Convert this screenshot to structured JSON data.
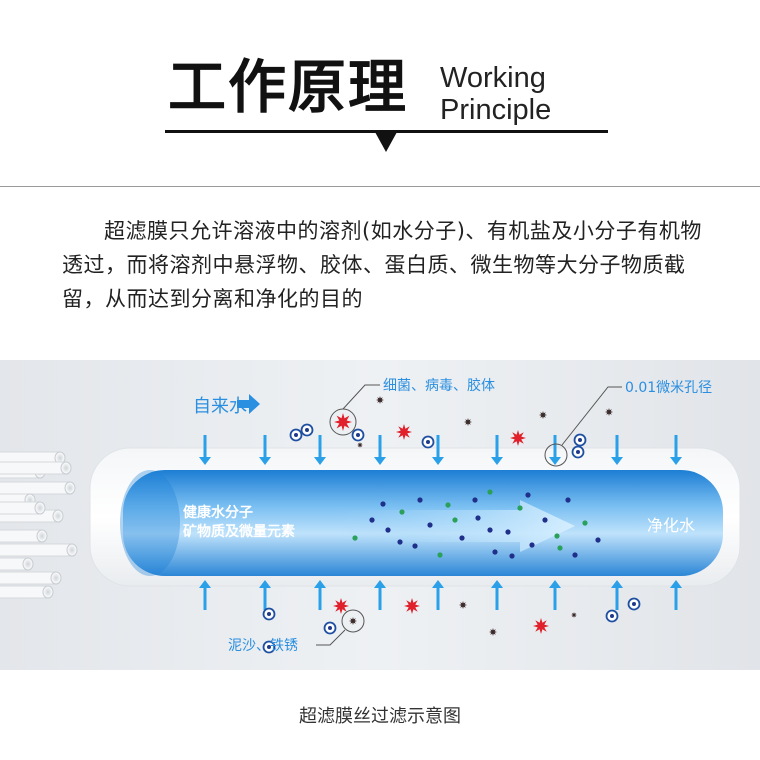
{
  "header": {
    "title_cn": "工作原理",
    "title_en_line1": "Working",
    "title_en_line2": "Principle"
  },
  "description": "超滤膜只允许溶液中的溶剂(如水分子)、有机盐及小分子有机物透过，而将溶剂中悬浮物、胶体、蛋白质、微生物等大分子物质截留，从而达到分离和净化的目的",
  "diagram": {
    "label_inflow": "自来水",
    "label_bacteria": "细菌、病毒、胶体",
    "label_pore": "0.01微米孔径",
    "label_healthy_line1": "健康水分子",
    "label_healthy_line2": "矿物质及微量元素",
    "label_output": "净化水",
    "label_sediment": "泥沙、铁锈",
    "colors": {
      "tube_blue": "#2a8fe0",
      "arrow_blue": "#2aa0e8",
      "virus_red": "#e0202a",
      "dark_particle": "#3a2a2a",
      "molecule_navy": "#1f2f8a",
      "molecule_green": "#2aa05a"
    }
  },
  "caption": "超滤膜丝过滤示意图"
}
